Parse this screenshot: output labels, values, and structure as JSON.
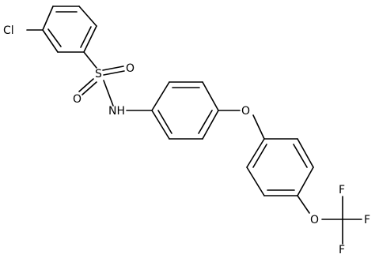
{
  "atoms": [
    {
      "id": "cl",
      "label": "Cl"
    },
    {
      "id": "s",
      "label": "S"
    },
    {
      "id": "o_s_top",
      "label": "O"
    },
    {
      "id": "o_s_bottom",
      "label": "O"
    },
    {
      "id": "nh",
      "label": "NH"
    },
    {
      "id": "o_ether",
      "label": "O"
    },
    {
      "id": "o_tfm",
      "label": "O"
    },
    {
      "id": "f_top",
      "label": "F"
    },
    {
      "id": "f_right",
      "label": "F"
    },
    {
      "id": "f_bottom",
      "label": "F"
    }
  ],
  "colors": {
    "ink": "#000000",
    "background": "#ffffff"
  }
}
